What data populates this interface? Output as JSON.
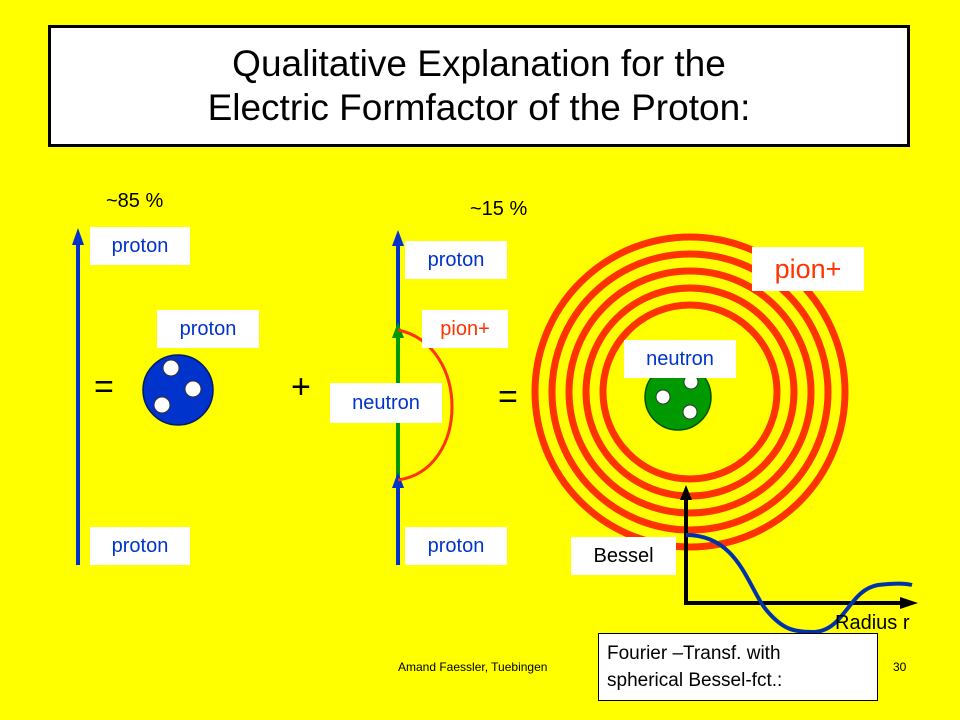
{
  "title": {
    "line1": "Qualitative Explanation for the",
    "line2": "Electric Formfactor of the Proton:"
  },
  "left": {
    "percent": "~85 %",
    "top_label": "proton",
    "bottom_label": "proton",
    "particle_label": "proton",
    "equals": "="
  },
  "middle": {
    "percent": "~15 %",
    "top_label": "proton",
    "bottom_label": "proton",
    "pion_label": "pion+",
    "neutron_label": "neutron",
    "plus": "+",
    "equals": "="
  },
  "right": {
    "pion_label": "pion+",
    "neutron_label": "neutron",
    "bessel_label": "Bessel",
    "radius_label": "Radius r",
    "note_line1": "Fourier –Transf. with",
    "note_line2": "spherical Bessel-fct.:"
  },
  "footer": {
    "author": "Amand Faessler, Tuebingen",
    "page": "30"
  },
  "colors": {
    "background": "#ffff00",
    "proton_blue": "#0033cc",
    "label_blue": "#0033cc",
    "pion_red": "#ff3300",
    "neutron_green": "#009900",
    "bessel_curve": "#0033aa"
  }
}
